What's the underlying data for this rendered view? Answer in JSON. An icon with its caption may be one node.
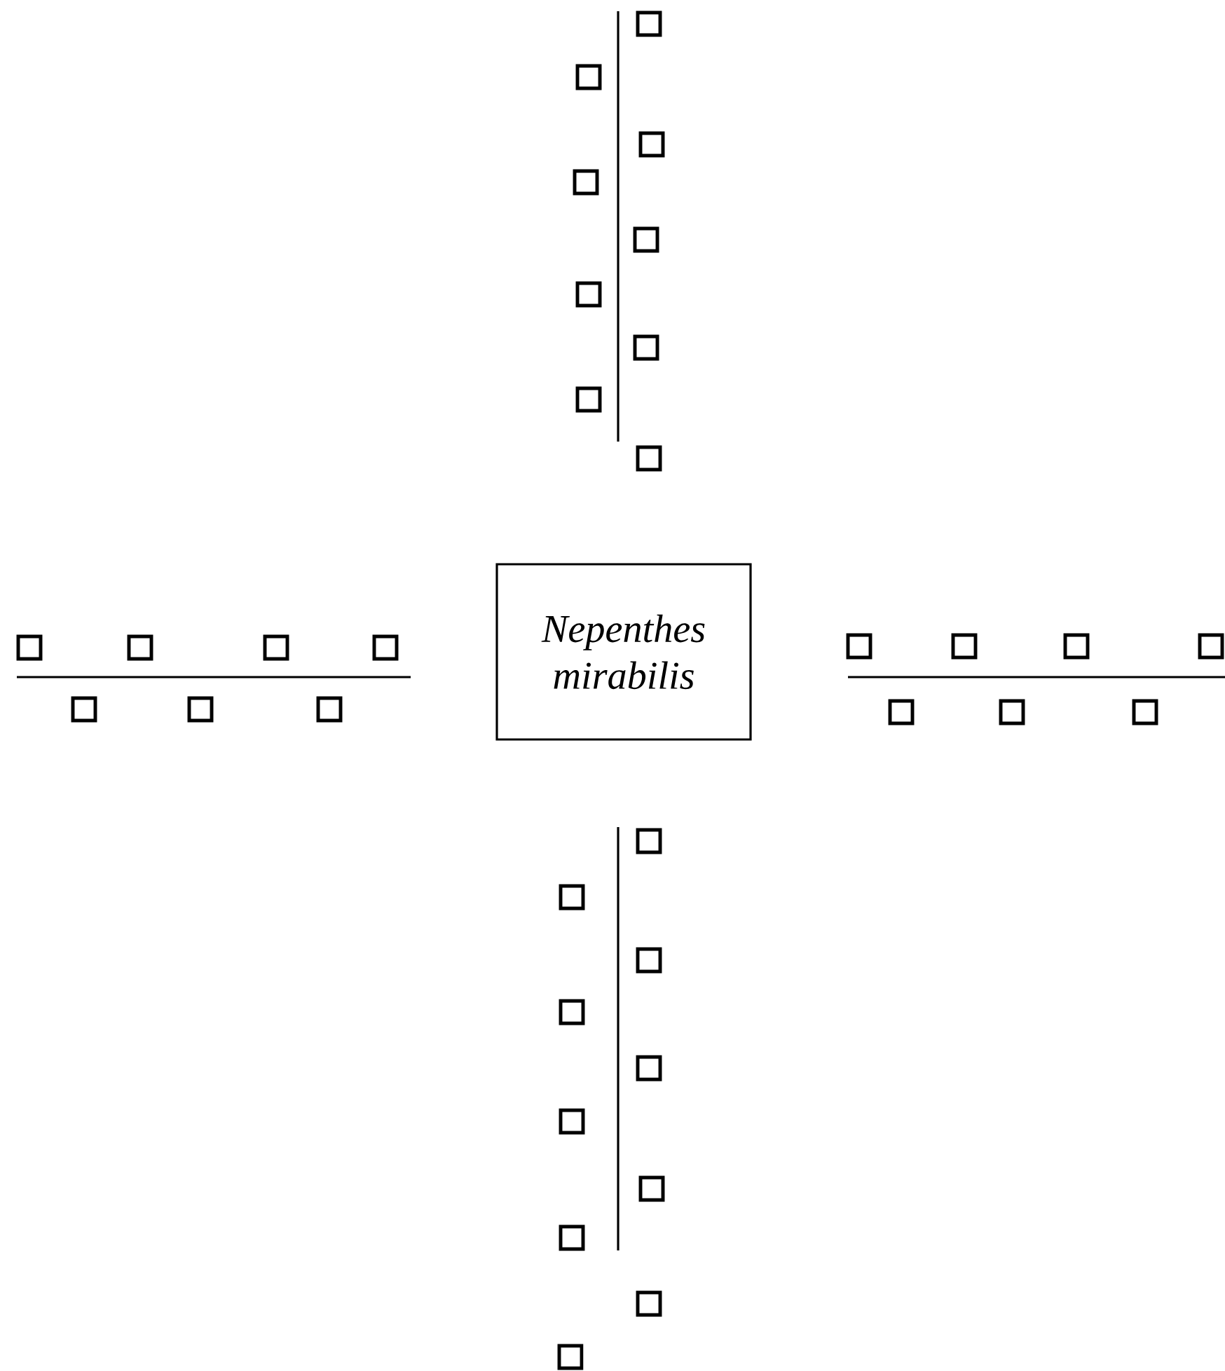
{
  "diagram": {
    "nodes": [
      {
        "text": [],
        "shape": "box"
      },
      {
        "text": [],
        "shape": "box"
      },
      {
        "text": [],
        "shape": "box"
      },
      {
        "text": [],
        "shape": "box"
      },
      {
        "text": [],
        "shape": "box"
      },
      {
        "text": [],
        "shape": "box"
      },
      {
        "text": [],
        "shape": "box"
      },
      {
        "text": [],
        "shape": "box"
      },
      {
        "text": [],
        "shape": "box"
      },
      {
        "text": [],
        "shape": "box"
      },
      {
        "text": [],
        "shape": "box"
      },
      {
        "text": [],
        "shape": "box"
      },
      {
        "text": [],
        "shape": "box"
      },
      {
        "text": [
          "Nepenthes mirabilis"
        ]
      },
      {
        "text": [],
        "shape": "box"
      },
      {
        "text": [],
        "shape": "box"
      },
      {
        "text": [],
        "shape": "box"
      },
      {
        "text": [],
        "shape": "box"
      },
      {
        "text": [],
        "shape": "box"
      },
      {
        "text": [],
        "shape": "box"
      },
      {
        "text": [],
        "shape": "box"
      },
      {
        "text": [],
        "shape": "box"
      },
      {
        "text": [],
        "shape": "box"
      },
      {
        "text": [],
        "shape": "box"
      },
      {
        "text": [],
        "shape": "box"
      },
      {
        "text": [],
        "shape": "box"
      },
      {
        "text": [],
        "shape": "box"
      },
      {
        "text": [],
        "shape": "box"
      },
      {
        "text": [],
        "shape": "box"
      },
      {
        "text": [],
        "shape": "box"
      },
      {
        "text": [],
        "shape": "box"
      },
      {
        "text": [],
        "shape": "box"
      },
      {
        "text": [],
        "shape": "box"
      },
      {
        "text": [],
        "shape": "box"
      }
    ]
  }
}
